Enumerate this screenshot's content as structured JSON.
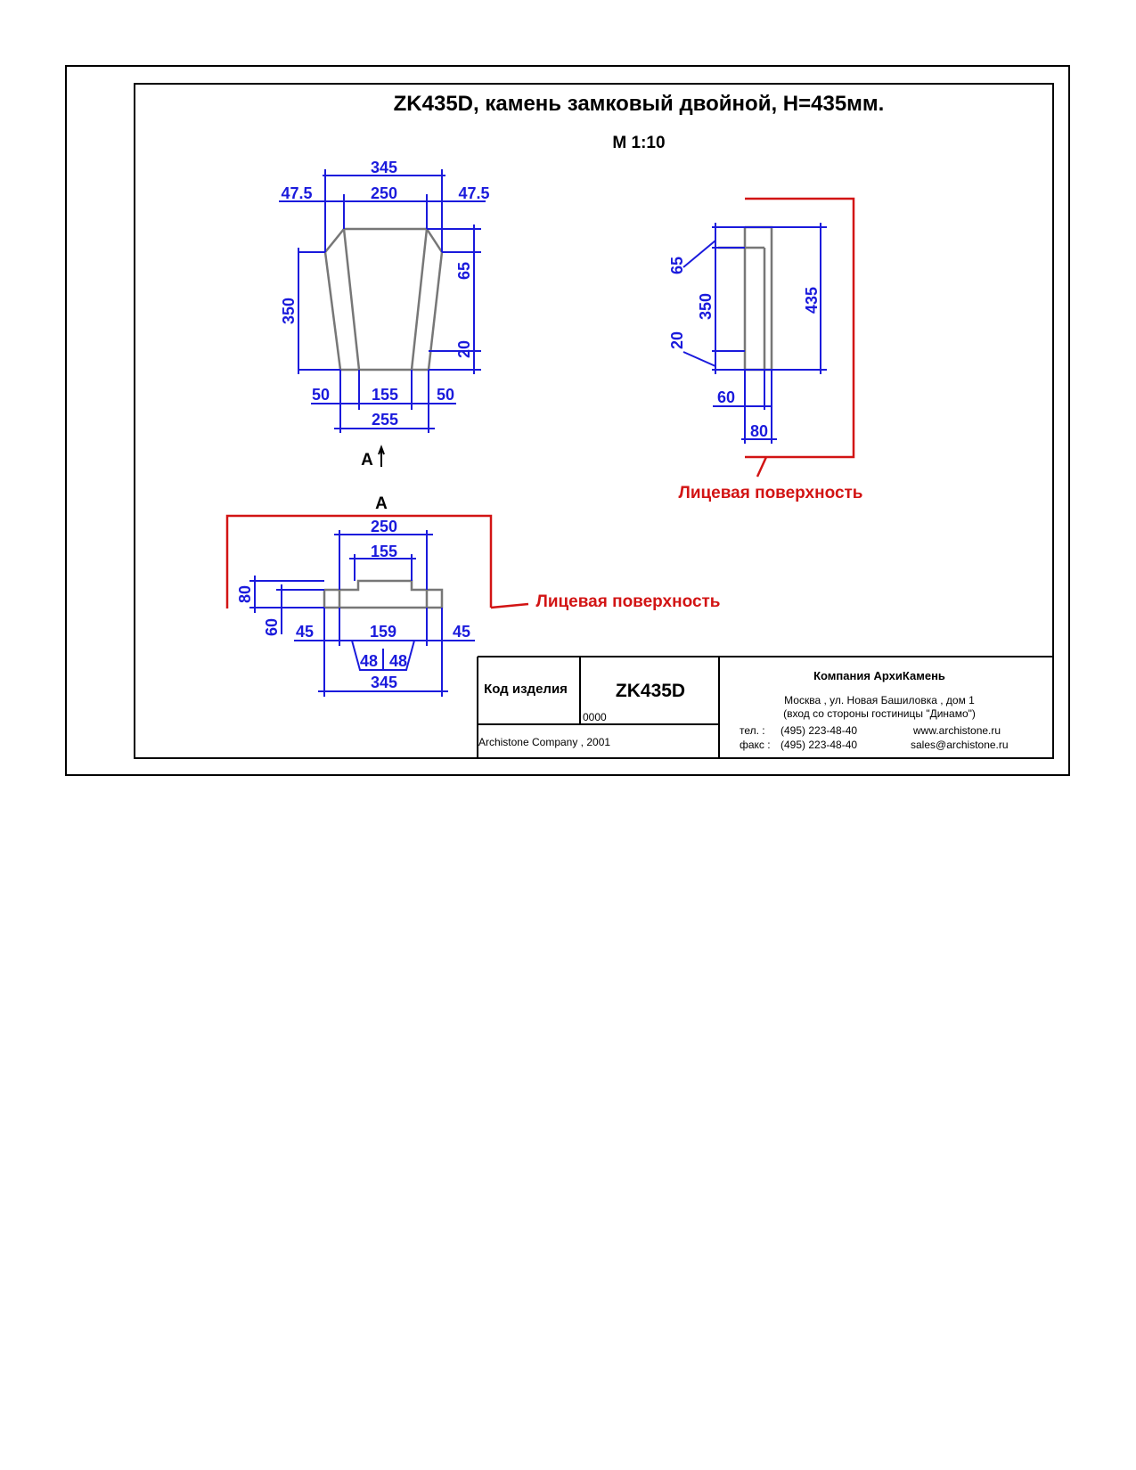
{
  "drawing": {
    "title": "ZK435D, камень замковый двойной, H=435мм.",
    "scale": "M 1:10",
    "view_marker": "A",
    "view_title": "A",
    "face_label_right": "Лицевая поверхность",
    "face_label_bottom": "Лицевая поверхность"
  },
  "front_view": {
    "dims": {
      "top_width": "345",
      "top_inner": "250",
      "top_left": "47.5",
      "top_right": "47.5",
      "height": "350",
      "right_upper": "65",
      "right_lower": "20",
      "bottom_left": "50",
      "bottom_mid": "155",
      "bottom_right": "50",
      "bottom_total": "255"
    }
  },
  "side_view": {
    "dims": {
      "upper": "65",
      "middle": "350",
      "lower": "20",
      "total": "435",
      "depth_a": "60",
      "depth_b": "80"
    }
  },
  "plan_view": {
    "dims": {
      "top_width": "250",
      "top_inner": "155",
      "height_a": "80",
      "height_b": "60",
      "left": "45",
      "middle": "159",
      "right": "45",
      "chamfer_left": "48",
      "chamfer_right": "48",
      "total": "345"
    }
  },
  "title_block": {
    "code_label": "Код изделия",
    "code_value": "ZK435D",
    "code_number": "0000",
    "copyright": "Archistone  Company ,  2001",
    "company": "Компания  АрхиКамень",
    "address": "Москва , ул. Новая Башиловка , дом 1",
    "address_note": "(вход со стороны гостиницы \"Динамо\")",
    "tel_label": "тел.    :",
    "tel": "(495) 223-48-40",
    "fax_label": "факс :",
    "fax": "(495) 223-48-40",
    "website": "www.archistone.ru",
    "email": "sales@archistone.ru"
  },
  "colors": {
    "dimension": "#1a1adc",
    "face_marker": "#d21414",
    "outline": "#777777",
    "frame": "#000000"
  }
}
